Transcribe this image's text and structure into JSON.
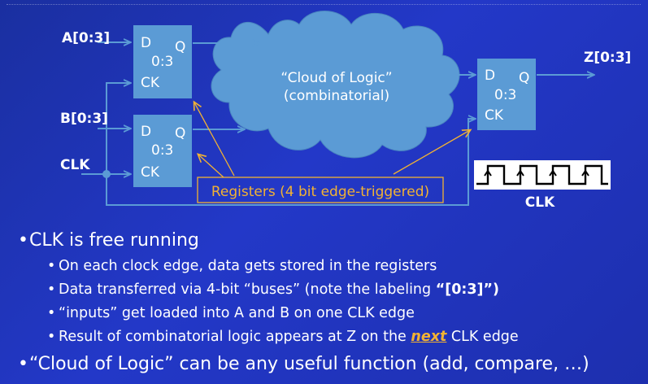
{
  "diagram": {
    "inputs": {
      "a": "A[0:3]",
      "b": "B[0:3]",
      "clk": "CLK"
    },
    "output": "Z[0:3]",
    "register_a": {
      "d": "D",
      "q": "Q",
      "width": "0:3",
      "ck": "CK"
    },
    "register_b": {
      "d": "D",
      "q": "Q",
      "width": "0:3",
      "ck": "CK"
    },
    "register_z": {
      "d": "D",
      "q": "Q",
      "width": "0:3",
      "ck": "CK"
    },
    "cloud": {
      "line1": "“Cloud of Logic”",
      "line2": "(combinatorial)"
    },
    "registers_callout": "Registers (4 bit edge-triggered)",
    "clock_caption": "CLK",
    "colors": {
      "register_fill": "#5b9bd5",
      "cloud_fill": "#5b9bd5",
      "callout_text": "#f2b233",
      "callout_border": "#f2b233",
      "wire": "#5b9bd5"
    }
  },
  "bullets": {
    "b1": "CLK is free running",
    "b1_1": "On each clock edge, data gets stored in the registers",
    "b1_2_pre": "Data transferred via 4-bit “buses” (note the labeling ",
    "b1_2_bold": "“[0:3]”)",
    "b1_3": "“inputs” get loaded into A and B on one CLK edge",
    "b1_4_pre": "Result of  combinatorial logic appears at Z on the ",
    "b1_4_em": "next",
    "b1_4_post": " CLK edge",
    "b2": "“Cloud of Logic” can be any useful function (add, compare, …)"
  }
}
